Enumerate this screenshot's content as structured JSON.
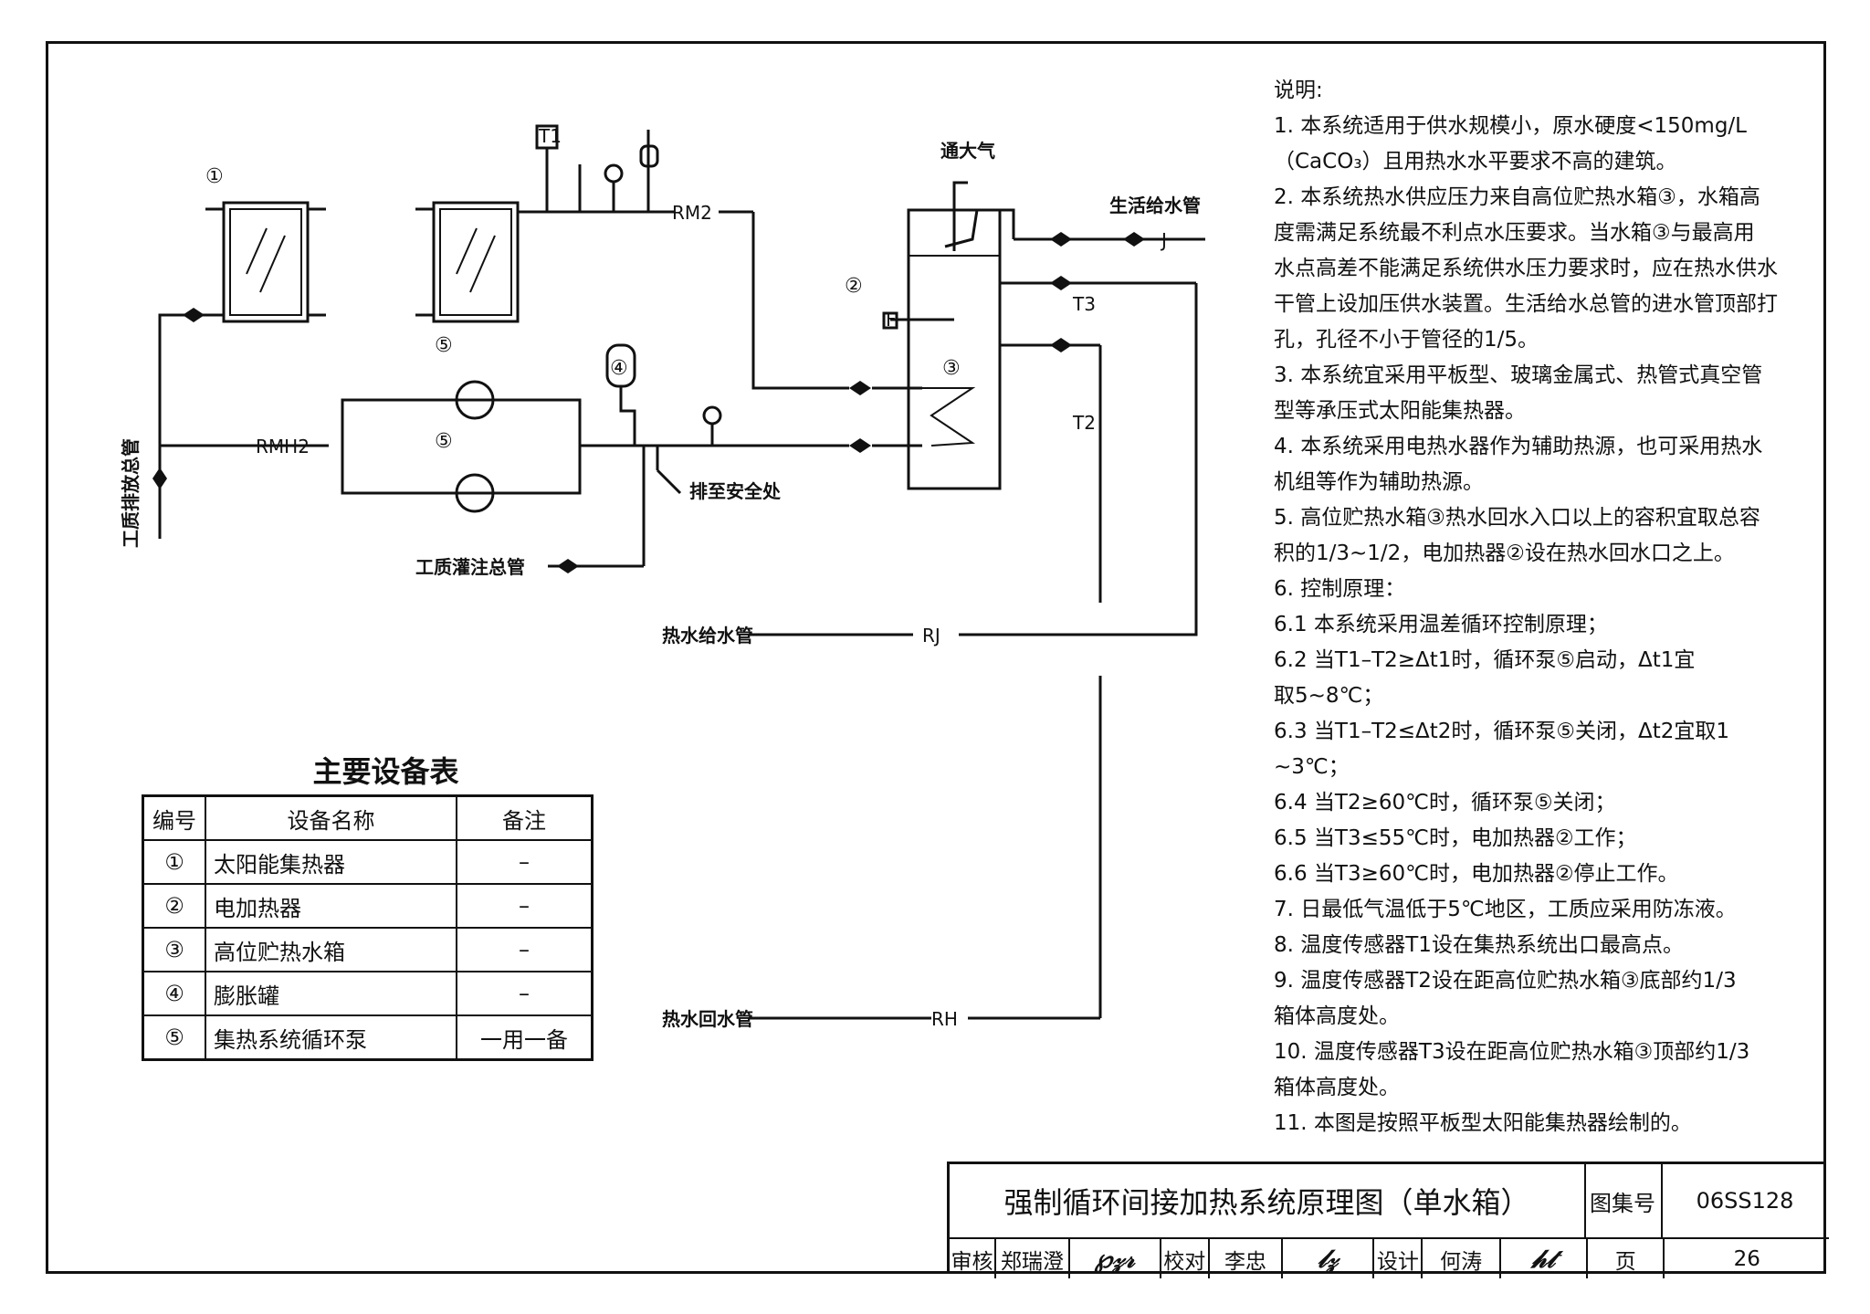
{
  "diagram": {
    "labels": {
      "rm2": "RM2",
      "rmh2": "RMH2",
      "rj": "RJ",
      "rh": "RH",
      "j": "J",
      "t1": "T1",
      "t2": "T2",
      "t3": "T3",
      "f": "F",
      "vent": "通大气",
      "domestic_supply": "生活给水管",
      "discharge": "排至安全处",
      "fill_main": "工质灌注总管",
      "drain_main": "工质排放总管",
      "hot_supply": "热水给水管",
      "hot_return": "热水回水管"
    },
    "callouts": [
      "①",
      "②",
      "③",
      "④",
      "⑤",
      "⑤"
    ]
  },
  "equipment_table": {
    "title": "主要设备表",
    "headers": [
      "编号",
      "设备名称",
      "备注"
    ],
    "rows": [
      {
        "no": "①",
        "name": "太阳能集热器",
        "note": "–"
      },
      {
        "no": "②",
        "name": "电加热器",
        "note": "–"
      },
      {
        "no": "③",
        "name": "高位贮热水箱",
        "note": "–"
      },
      {
        "no": "④",
        "name": "膨胀罐",
        "note": "–"
      },
      {
        "no": "⑤",
        "name": "集热系统循环泵",
        "note": "一用一备"
      }
    ]
  },
  "notes": {
    "heading": "说明:",
    "lines": [
      "1. 本系统适用于供水规模小，原水硬度<150mg/L",
      "（CaCO₃）且用热水水平要求不高的建筑。",
      "2. 本系统热水供应压力来自高位贮热水箱③，水箱高",
      "度需满足系统最不利点水压要求。当水箱③与最高用",
      "水点高差不能满足系统供水压力要求时，应在热水供水",
      "干管上设加压供水装置。生活给水总管的进水管顶部打",
      "孔，孔径不小于管径的1/5。",
      "3. 本系统宜采用平板型、玻璃金属式、热管式真空管",
      "型等承压式太阳能集热器。",
      "4. 本系统采用电热水器作为辅助热源，也可采用热水",
      "机组等作为辅助热源。",
      "5. 高位贮热水箱③热水回水入口以上的容积宜取总容",
      "积的1/3~1/2，电加热器②设在热水回水口之上。",
      "6. 控制原理：",
      "6.1  本系统采用温差循环控制原理；",
      "6.2  当T1–T2≥Δt1时，循环泵⑤启动，Δt1宜",
      "取5~8℃；",
      "6.3  当T1–T2≤Δt2时，循环泵⑤关闭，Δt2宜取1",
      "~3℃；",
      "6.4  当T2≥60℃时，循环泵⑤关闭；",
      "6.5  当T3≤55℃时，电加热器②工作；",
      "6.6  当T3≥60℃时，电加热器②停止工作。",
      "7. 日最低气温低于5℃地区，工质应采用防冻液。",
      "8. 温度传感器T1设在集热系统出口最高点。",
      "9. 温度传感器T2设在距高位贮热水箱③底部约1/3",
      "箱体高度处。",
      "10. 温度传感器T3设在距高位贮热水箱③顶部约1/3",
      "箱体高度处。",
      "11. 本图是按照平板型太阳能集热器绘制的。"
    ]
  },
  "title_block": {
    "title": "强制循环间接加热系统原理图（单水箱）",
    "atlas_label": "图集号",
    "atlas_no": "06SS128",
    "review_label": "审核",
    "reviewer": "郑瑞澄",
    "check_label": "校对",
    "checker": "李忠",
    "design_label": "设计",
    "designer": "何涛",
    "page_label": "页",
    "page_no": "26"
  }
}
